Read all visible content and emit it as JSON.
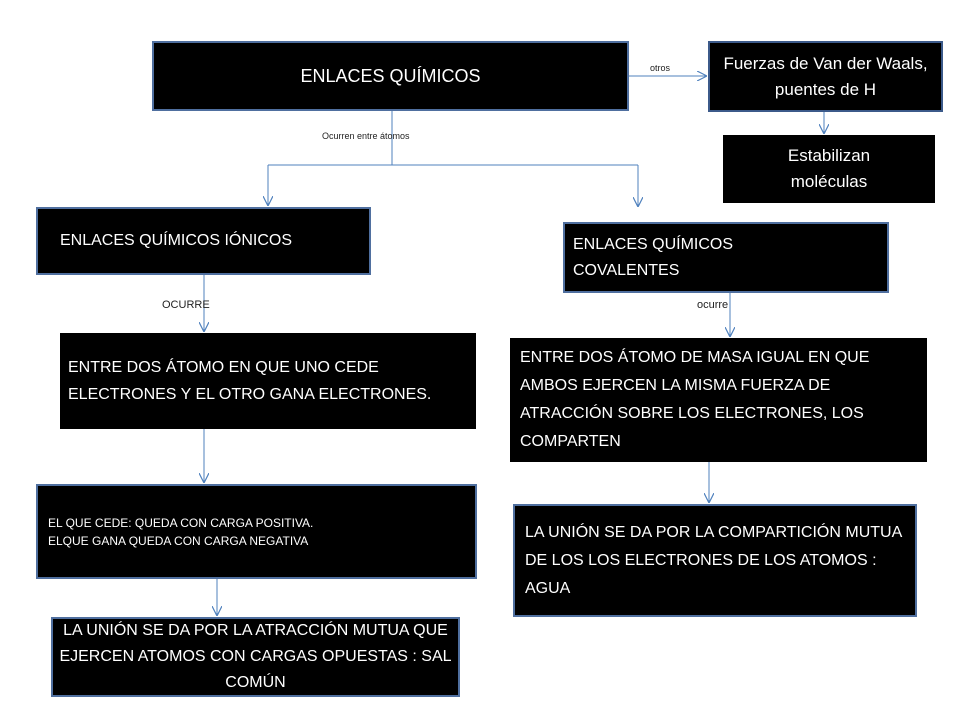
{
  "diagram": {
    "root": "ENLACES QUÍMICOS",
    "other_box": "Fuerzas de Van der Waals, puentes de H",
    "stabilize_box": "Estabilizan moléculas",
    "ionic_title": "ENLACES QUÍMICOS IÓNICOS",
    "covalent_title": "ENLACES QUÍMICOS COVALENTES",
    "ionic_desc": "ENTRE  DOS ÁTOMO EN QUE UNO CEDE ELECTRONES Y EL OTRO GANA ELECTRONES.",
    "covalent_desc": "ENTRE  DOS ÁTOMO DE MASA IGUAL EN QUE AMBOS  EJERCEN LA MISMA FUERZA DE ATRACCIÓN SOBRE LOS ELECTRONES, LOS COMPARTEN",
    "ionic_charge_line1": "EL QUE CEDE: QUEDA CON CARGA POSITIVA.",
    "ionic_charge_line2": "ELQUE GANA QUEDA CON CARGA NEGATIVA",
    "ionic_union": "LA UNIÓN SE DA POR LA ATRACCIÓN MUTUA QUE EJERCEN ATOMOS CON CARGAS OPUESTAS : SAL COMÚN",
    "covalent_union": "LA UNIÓN SE DA POR  LA COMPARTICIÓN MUTUA   DE LOS  LOS ELECTRONES DE LOS ATOMOS : AGUA",
    "label_otros": "otros",
    "label_ocurren": "Ocurren entre átomos",
    "label_ocurre_ionic": "OCURRE",
    "label_ocurre_covalent": "ocurre"
  },
  "colors": {
    "box_fill": "#000000",
    "box_border": "#4f6f9f",
    "connector": "#4f81bd",
    "text_light": "#ffffff"
  }
}
